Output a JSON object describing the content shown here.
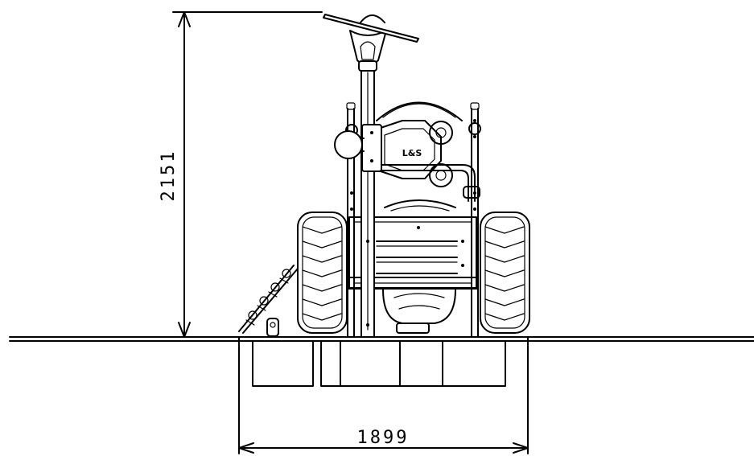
{
  "dimensions": {
    "height": {
      "value": "2151"
    },
    "width": {
      "value": "1899"
    }
  },
  "machine": {
    "logo_text": "L&S"
  }
}
